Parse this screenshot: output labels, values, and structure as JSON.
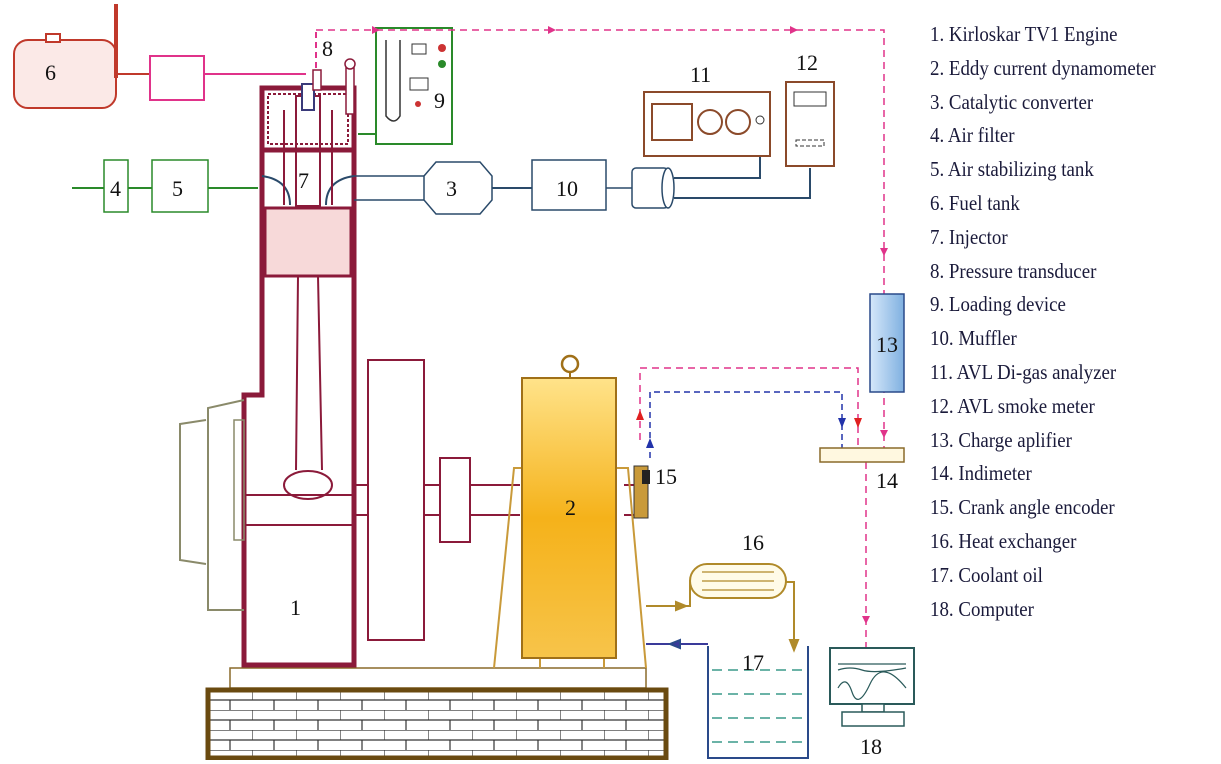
{
  "components": {
    "engine": "1",
    "dynamometer": "2",
    "catalytic_converter": "3",
    "air_filter": "4",
    "air_stabilizing_tank": "5",
    "fuel_tank": "6",
    "injector": "7",
    "pressure_transducer": "8",
    "loading_device": "9",
    "muffler": "10",
    "gas_analyzer": "11",
    "smoke_meter": "12",
    "charge_amplifier": "13",
    "indimeter": "14",
    "crank_angle_encoder": "15",
    "heat_exchanger": "16",
    "coolant_oil": "17",
    "computer": "18"
  },
  "legend": [
    "1. Kirloskar TV1 Engine",
    "2. Eddy current dynamometer",
    "3. Catalytic converter",
    "4. Air filter",
    "5. Air stabilizing tank",
    "6. Fuel tank",
    "7. Injector",
    "8. Pressure transducer",
    "9. Loading device",
    "10. Muffler",
    "11. AVL Di-gas analyzer",
    "12. AVL smoke meter",
    "13. Charge aplifier",
    "14. Indimeter",
    "15. Crank angle encoder",
    "16. Heat exchanger",
    "17. Coolant oil",
    "18. Computer"
  ],
  "colors": {
    "engine_outline": "#8b1a3a",
    "exhaust_line": "#2a4a6a",
    "intake_line": "#2a8a2a",
    "fuel_tank": "#c0392b",
    "signal_dashed": "#e0338a",
    "encoder_dashed": "#2233aa",
    "dynamometer_fill": "#f5b21a",
    "amplifier_fill": "#a9cdf0",
    "base_fill": "#e8dcc0"
  }
}
